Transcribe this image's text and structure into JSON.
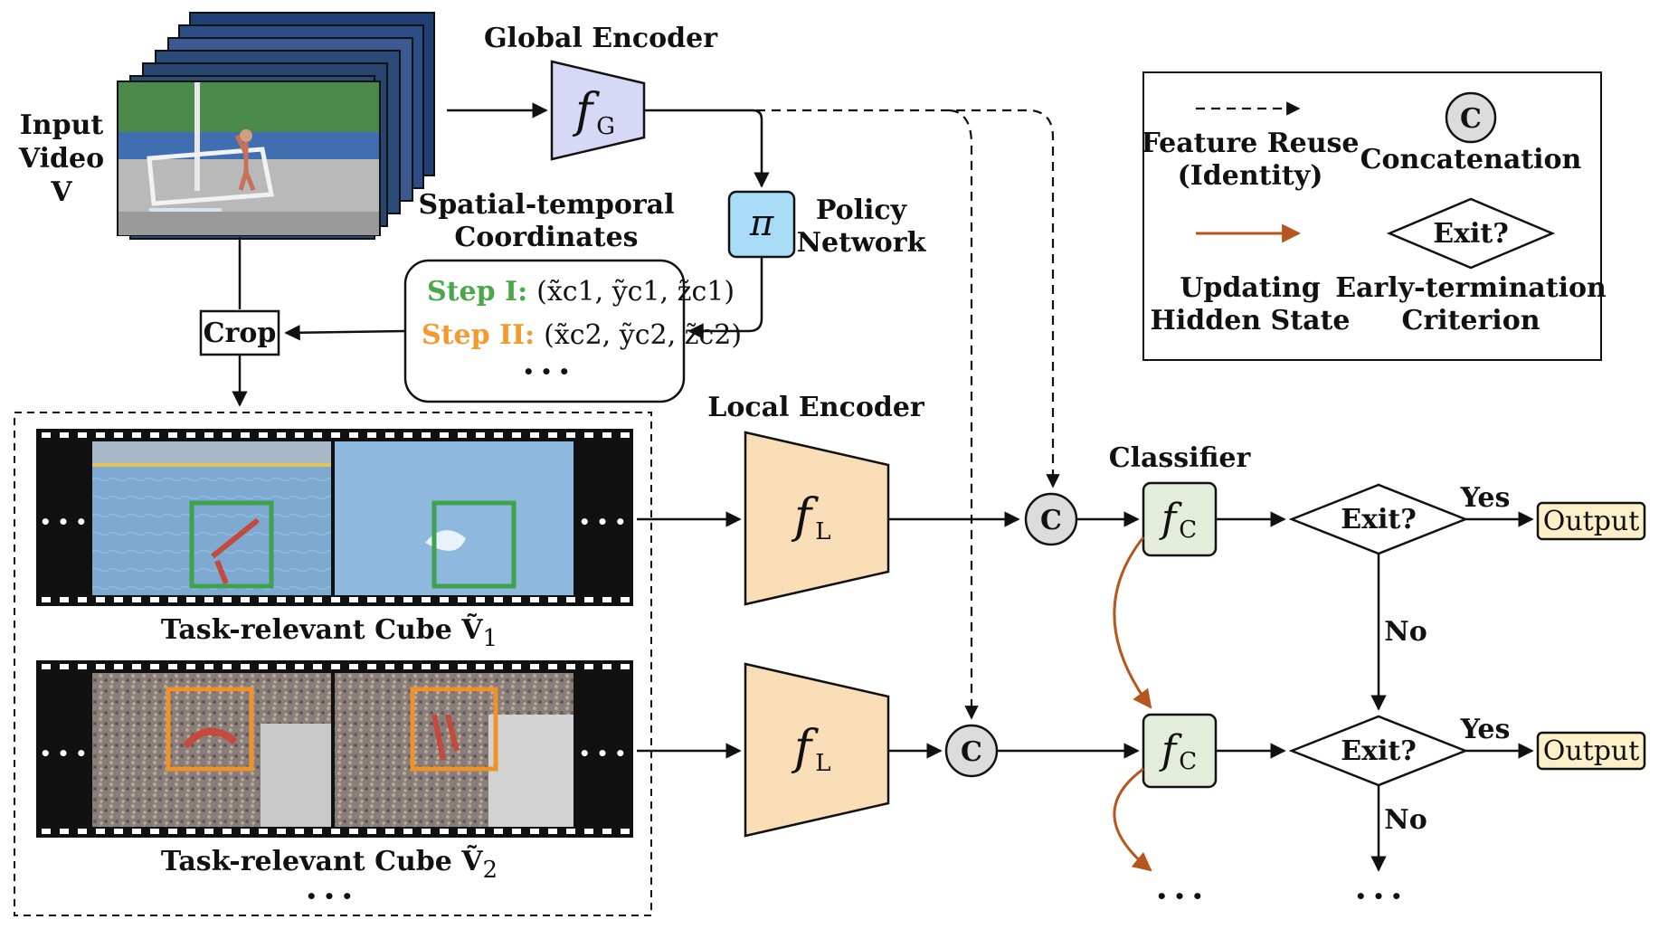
{
  "input": {
    "line1": "Input",
    "line2": "Video",
    "line3": "V"
  },
  "global_encoder": {
    "title": "Global Encoder",
    "symbol": "f",
    "sub": "G"
  },
  "policy": {
    "symbol": "π",
    "line1": "Policy",
    "line2": "Network"
  },
  "coords": {
    "title1": "Spatial-temporal",
    "title2": "Coordinates",
    "step1_label": "Step I:",
    "step1_value": "(x̃c1, ỹc1, z̃c1)",
    "step2_label": "Step II:",
    "step2_value": "(x̃c2, ỹc2, z̃c2)",
    "ellipsis": "• • •"
  },
  "crop": "Crop",
  "local_encoder": {
    "title": "Local Encoder",
    "symbol": "f",
    "sub": "L"
  },
  "classifier": {
    "title": "Classifier",
    "symbol": "f",
    "sub": "C"
  },
  "concat_symbol": "C",
  "exit_label": "Exit?",
  "yes": "Yes",
  "no": "No",
  "output": "Output",
  "cube1": {
    "text": "Task-relevant Cube Ṽ",
    "sub": "1"
  },
  "cube2": {
    "text": "Task-relevant Cube Ṽ",
    "sub": "2"
  },
  "film_ellipsis": "• • •",
  "bottom_ellipsis": "• • •",
  "legend": {
    "feature_reuse_1": "Feature Reuse",
    "feature_reuse_2": "(Identity)",
    "concat_symbol": "C",
    "concat_label": "Concatenation",
    "updating_1": "Updating",
    "updating_2": "Hidden State",
    "exit_symbol": "Exit?",
    "criterion_1": "Early-termination",
    "criterion_2": "Criterion"
  },
  "colors": {
    "global_encoder": "#d6d8f5",
    "policy": "#a9dcf6",
    "local_encoder": "#f8ddb6",
    "classifier": "#e4edda",
    "output": "#fbf0c8",
    "concat": "#dcdcdc",
    "step1": "#4aa84a",
    "step2": "#f39a2e",
    "hidden_arrow": "#b5561f",
    "box_green": "#3fa34d",
    "box_orange": "#f0922a"
  }
}
